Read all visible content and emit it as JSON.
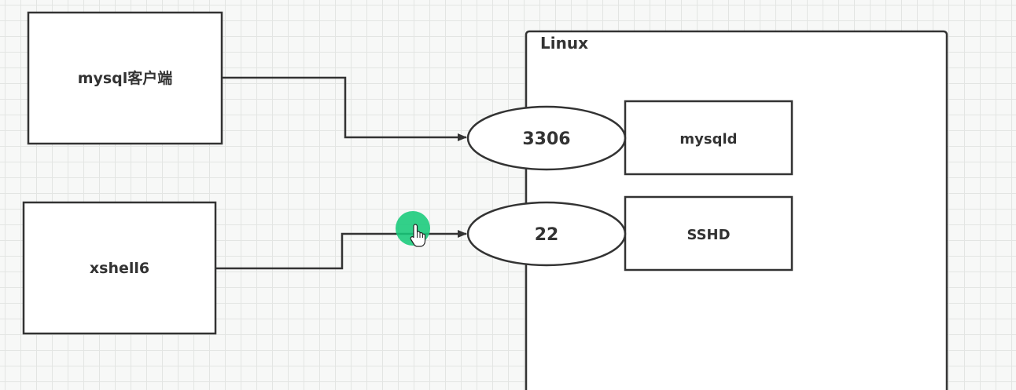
{
  "diagram": {
    "nodes": {
      "mysql_client": {
        "label": "mysql客户端"
      },
      "xshell": {
        "label": "xshell6"
      },
      "linux": {
        "label": "Linux"
      },
      "port_3306": {
        "label": "3306"
      },
      "port_22": {
        "label": "22"
      },
      "mysqld": {
        "label": "mysqld"
      },
      "sshd": {
        "label": "SSHD"
      }
    },
    "edges": [
      {
        "from": "mysql客户端",
        "to": "3306"
      },
      {
        "from": "xshell6",
        "to": "22"
      }
    ]
  },
  "colors": {
    "stroke": "#333333",
    "node_fill": "#ffffff",
    "grid": "#e3e5e3",
    "background": "#f7f8f7",
    "cursor_highlight": "#17c97a"
  },
  "icons": {
    "pointer": "hand-pointer-icon"
  }
}
